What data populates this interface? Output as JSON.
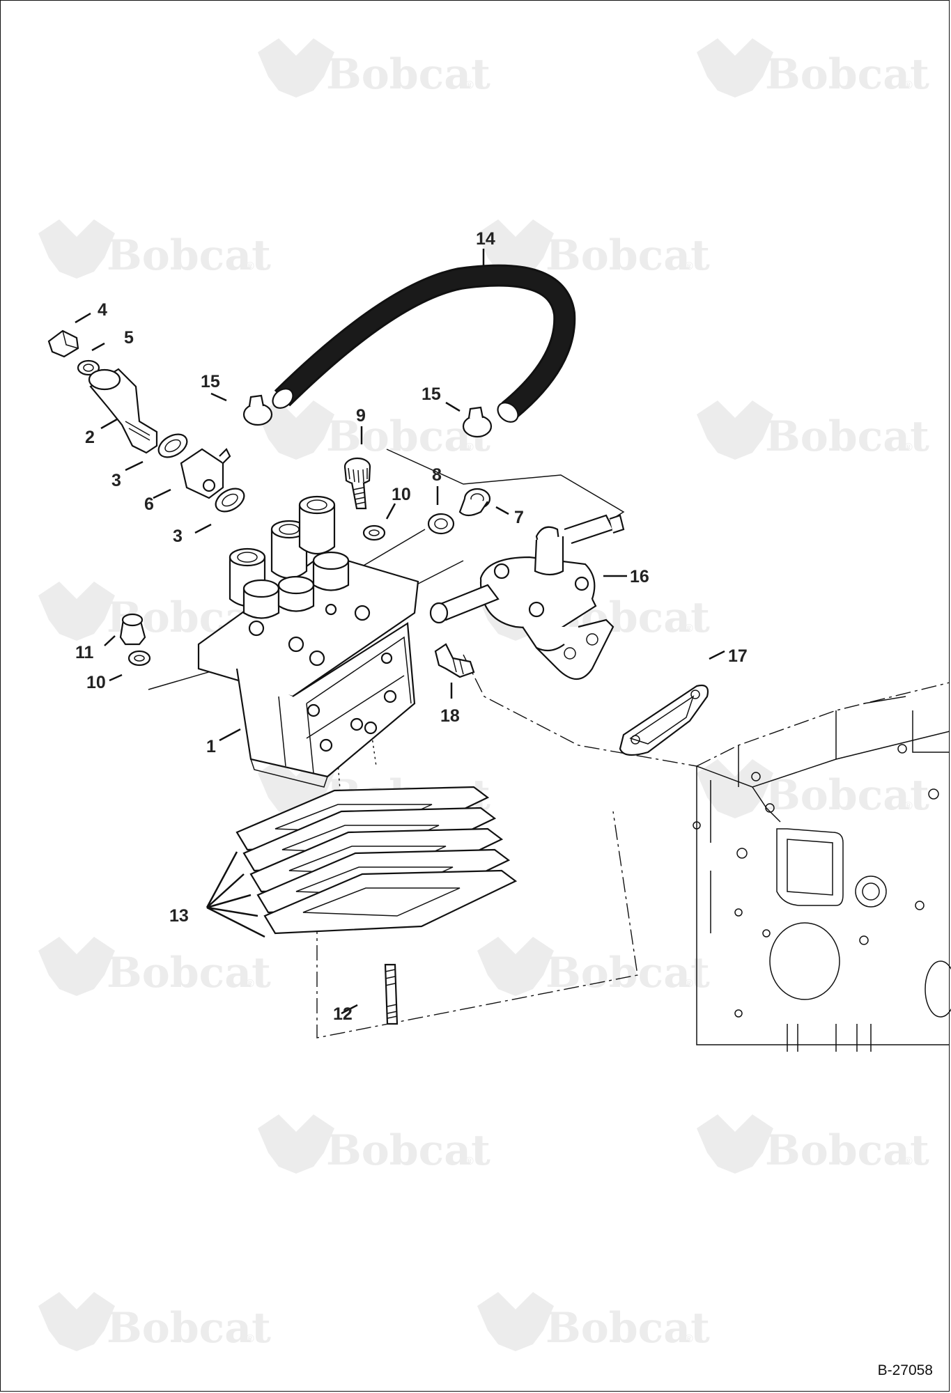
{
  "watermark": {
    "brand": "Bobcat",
    "registered_mark": "®"
  },
  "callouts": {
    "c1": "1",
    "c2": "2",
    "c3a": "3",
    "c3b": "3",
    "c4": "4",
    "c5": "5",
    "c6": "6",
    "c7": "7",
    "c8": "8",
    "c9": "9",
    "c10a": "10",
    "c10b": "10",
    "c11": "11",
    "c12": "12",
    "c13": "13",
    "c14": "14",
    "c15a": "15",
    "c15b": "15",
    "c16": "16",
    "c17": "17",
    "c18": "18"
  },
  "drawing_id": "B-27058"
}
